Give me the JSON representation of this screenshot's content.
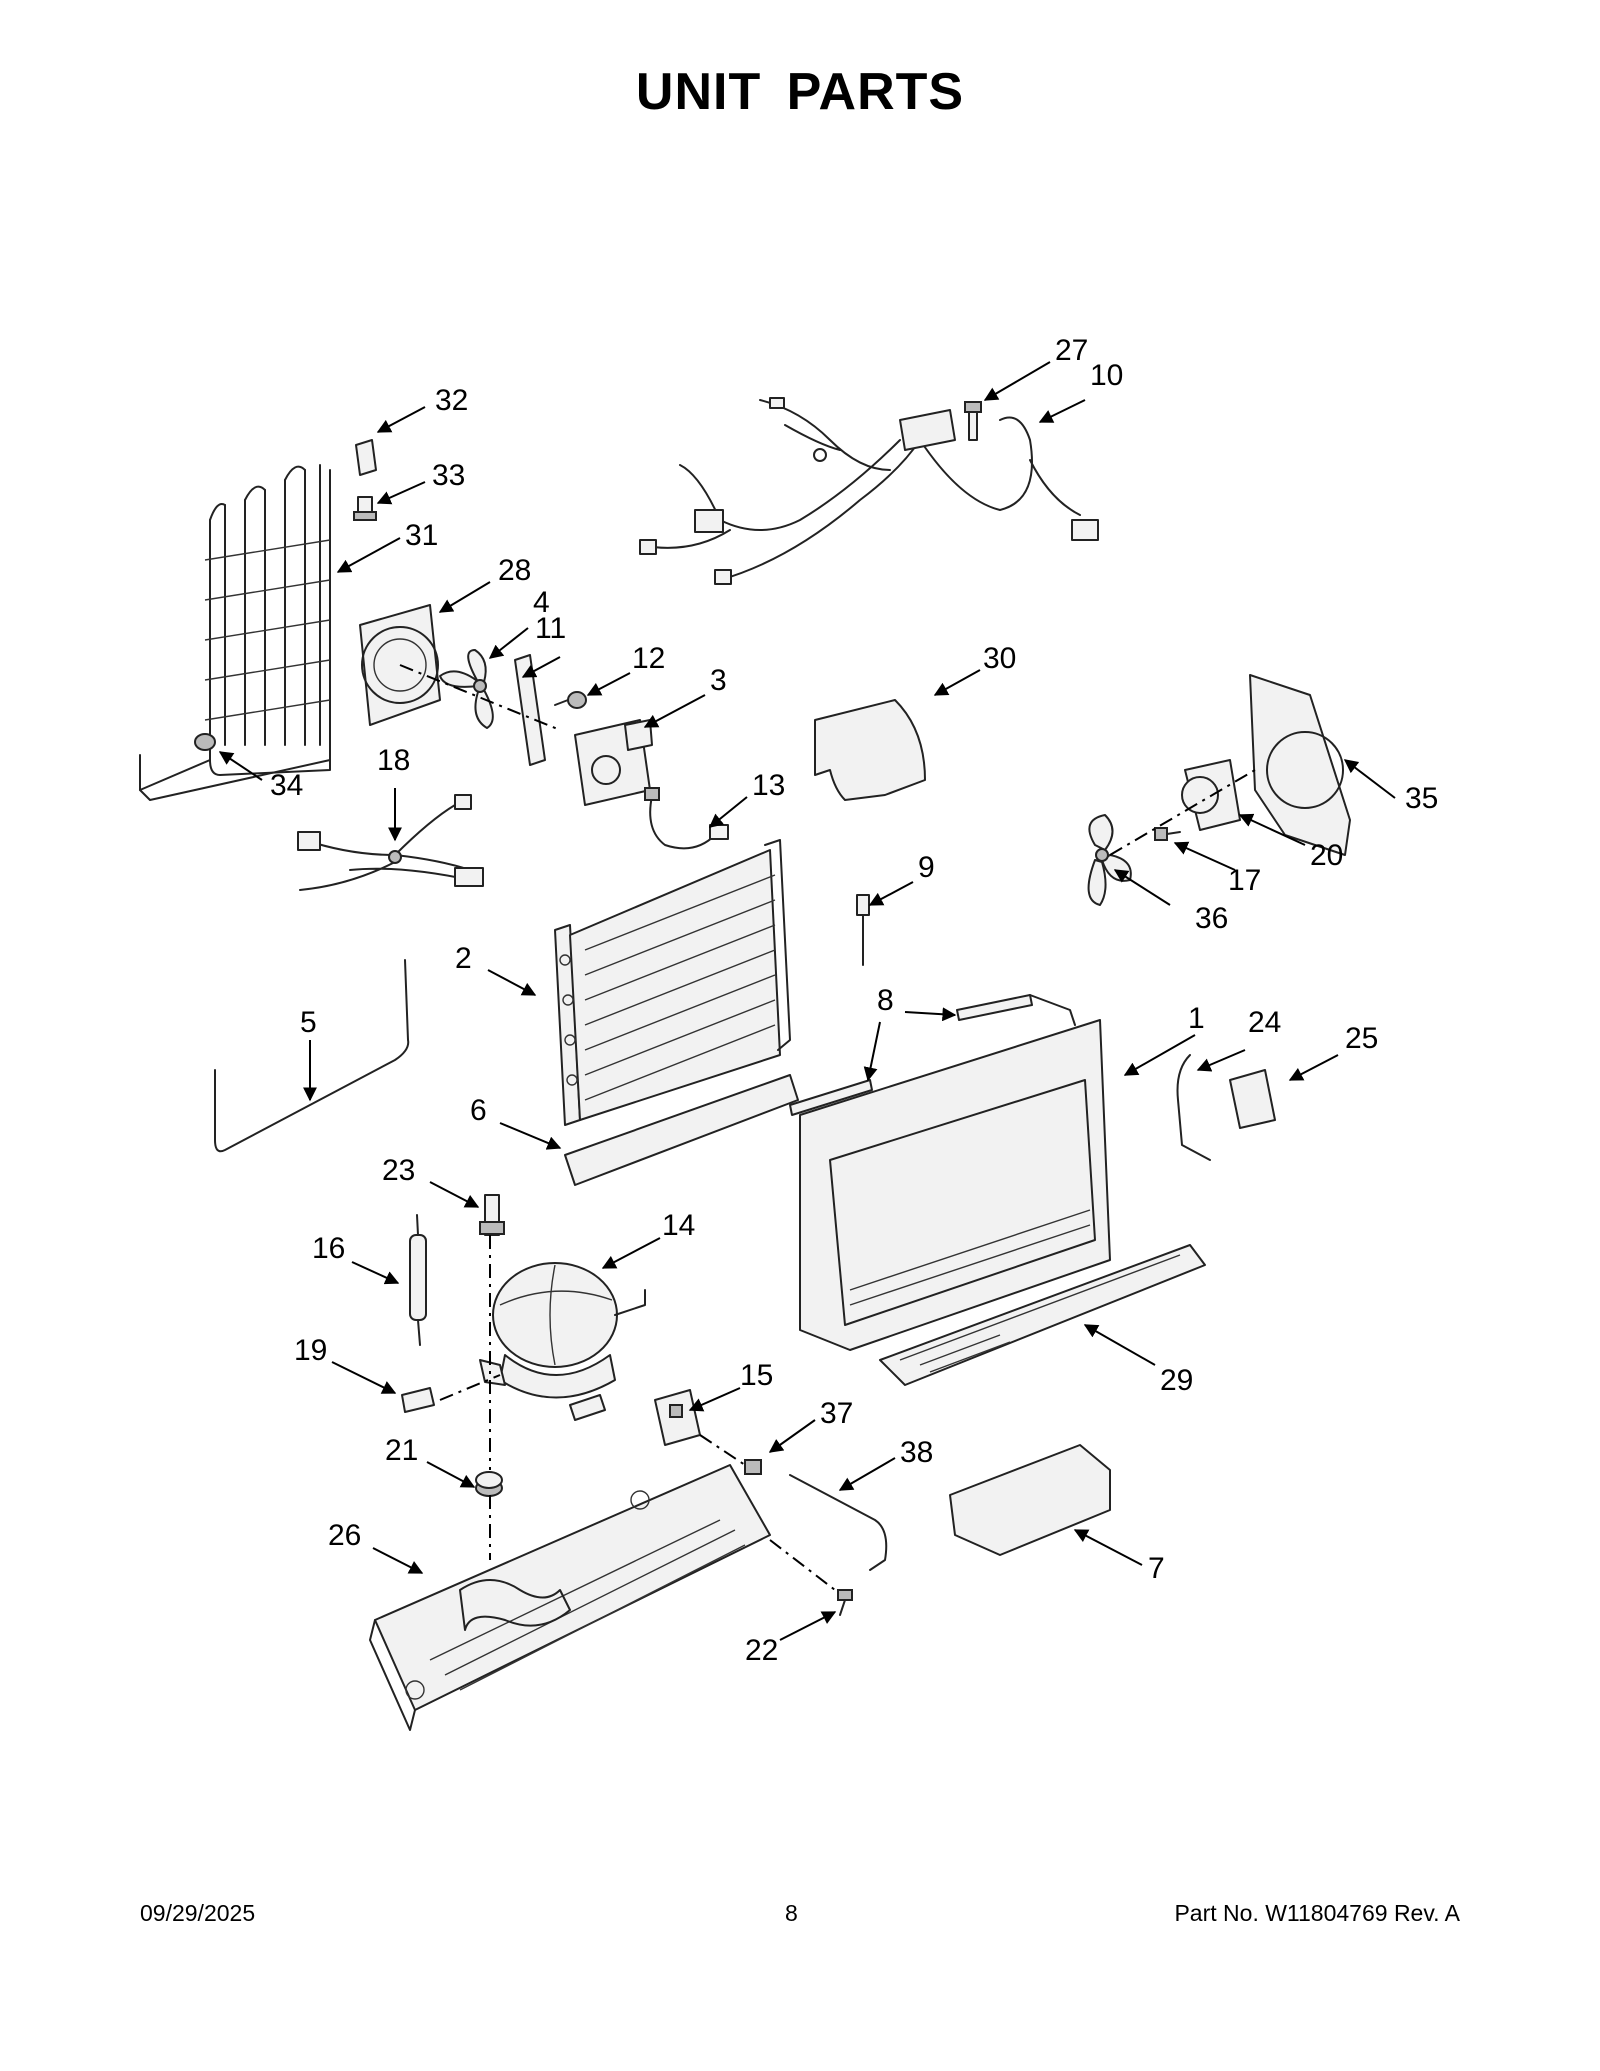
{
  "title": "UNIT  PARTS",
  "callouts": [
    "1",
    "2",
    "3",
    "4",
    "5",
    "6",
    "7",
    "8",
    "8",
    "9",
    "10",
    "11",
    "12",
    "13",
    "14",
    "15",
    "16",
    "17",
    "18",
    "19",
    "20",
    "21",
    "22",
    "23",
    "24",
    "25",
    "26",
    "27",
    "28",
    "29",
    "30",
    "31",
    "32",
    "33",
    "34",
    "35",
    "36",
    "37",
    "38"
  ],
  "footer": {
    "date": "09/29/2025",
    "page": "8",
    "part_no": "Part No.  W11804769   Rev.  A"
  }
}
